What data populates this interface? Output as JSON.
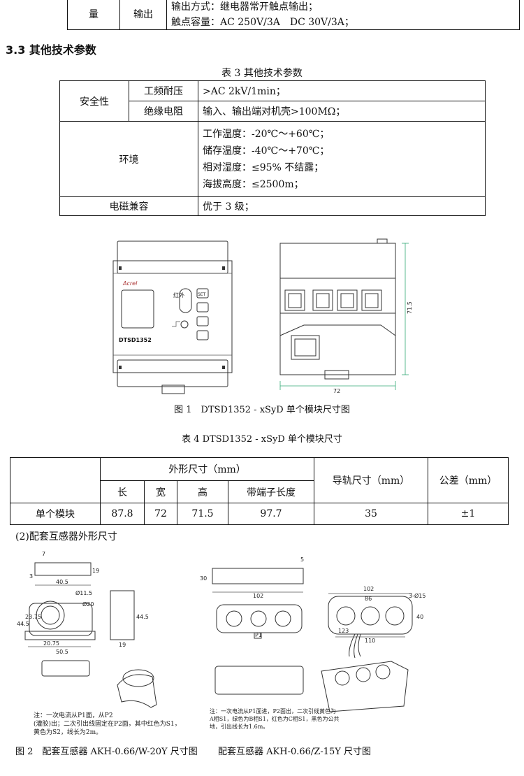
{
  "top_table": {
    "cell_a": "量",
    "cell_b": "输出",
    "line1": "输出方式：继电器常开触点输出；",
    "line2": "触点容量：AC 250V/3A　DC 30V/3A；"
  },
  "section": {
    "title": "3.3 其他技术参数"
  },
  "table3": {
    "caption": "表 3 其他技术参数",
    "safety": "安全性",
    "withstand_label": "工频耐压",
    "withstand_value": ">AC 2kV/1min；",
    "insulation_label": "绝缘电阻",
    "insulation_value": "输入、输出端对机壳>100MΩ；",
    "env_label": "环境",
    "env_lines": [
      "工作温度：-20℃～+60℃；",
      "储存温度：-40℃～+70℃；",
      "相对湿度：≤95% 不结露；",
      "海拔高度：≤2500m；"
    ],
    "emc_label": "电磁兼容",
    "emc_value": "优于 3 级；"
  },
  "figure1": {
    "model_label": "DTSD1352",
    "brand": "Acrel",
    "btn_set": "SET",
    "ir_label": "红外",
    "dim_height": "71.5",
    "dim_width": "72",
    "caption": "图 1　DTSD1352 - xSyD 单个模块尺寸图"
  },
  "table4": {
    "caption": "表 4 DTSD1352 - xSyD 单个模块尺寸",
    "h_outline": "外形尺寸（mm）",
    "h_rail": "导轨尺寸（mm）",
    "h_tol": "公差（mm）",
    "h_len": "长",
    "h_wid": "宽",
    "h_hei": "高",
    "h_term": "带端子长度",
    "row_label": "单个模块",
    "row_values": [
      "87.8",
      "72",
      "71.5",
      "97.7",
      "35",
      "±1"
    ]
  },
  "subsection": "(2)配套互感器外形尺寸",
  "figure2": {
    "left_dims": [
      "7",
      "3",
      "19",
      "40.5",
      "Ø11.5",
      "Ø20",
      "44.5",
      "23.75",
      "20.75",
      "50.5",
      "44.5",
      "19"
    ],
    "left_note": [
      "注：一次电流从P1面，从P2",
      "(灌胶)出；二次引出线固定在P2面，其中红色为S1，",
      "黄色为S2，线长为2m。"
    ],
    "left_caption": "图 2　配套互感器 AKH-0.66/W-20Y 尺寸图",
    "right_dims": [
      "30",
      "102",
      "5",
      "102",
      "86",
      "3-Ø15",
      "40",
      "123",
      "110",
      "P1"
    ],
    "right_note": [
      "注：一次电流从P1面进，P2面出，二次引线黄色为",
      "A相S1，绿色为B相S1，红色为C相S1，黑色为公共",
      "地，引出线长为1.6m。"
    ],
    "right_caption": "配套互感器 AKH-0.66/Z-15Y 尺寸图"
  }
}
